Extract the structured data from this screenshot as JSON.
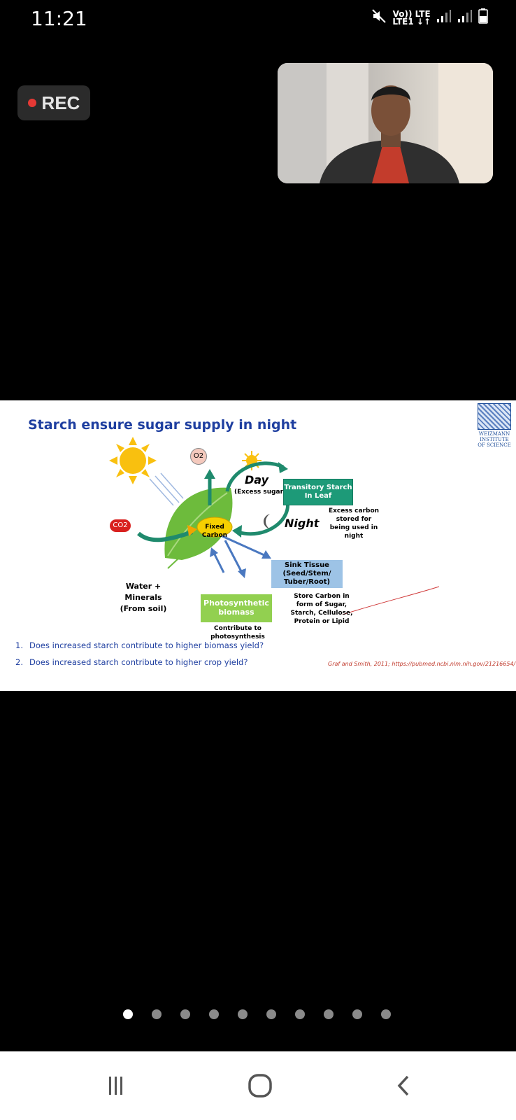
{
  "status_bar": {
    "time": "11:21",
    "network_line1": "Vo)) LTE",
    "network_line2": "LTE1 ↓↑",
    "icons": [
      "mute-icon",
      "signal-icon",
      "signal-icon",
      "battery-icon"
    ]
  },
  "recording": {
    "label": "REC"
  },
  "slide": {
    "title": "Starch ensure sugar supply in night",
    "logo_text": "WEIZMANN INSTITUTE OF SCIENCE",
    "o2": "O2",
    "co2": "CO2",
    "day": "Day",
    "day_sub": "(Excess sugar)",
    "night": "Night",
    "transitory_starch": "Transitory Starch In Leaf",
    "excess_carbon": "Excess carbon stored for being used in night",
    "fixed_carbon": "Fixed Carbon",
    "water": "Water + Minerals (From soil)",
    "sink_tissue": "Sink Tissue (Seed/Stem/ Tuber/Root)",
    "store_carbon": "Store Carbon in form of Sugar, Starch, Cellulose, Protein or Lipid",
    "photosynthetic_biomass": "Photosynthetic biomass",
    "contribute": "Contribute to photosynthesis",
    "questions": [
      {
        "num": "1.",
        "text": "Does increased starch contribute to higher biomass yield?"
      },
      {
        "num": "2.",
        "text": "Does increased starch contribute to higher crop yield?"
      }
    ],
    "citation": "Graf and Smith, 2011; https://pubmed.ncbi.nlm.nih.gov/21216654/"
  },
  "pager": {
    "count": 10,
    "active_index": 0
  },
  "colors": {
    "accent": "#1f3fa0",
    "rec": "#e53935",
    "starch_box": "#1d9a78",
    "sink_box": "#9dc3e6",
    "biomass_box": "#92d050"
  }
}
